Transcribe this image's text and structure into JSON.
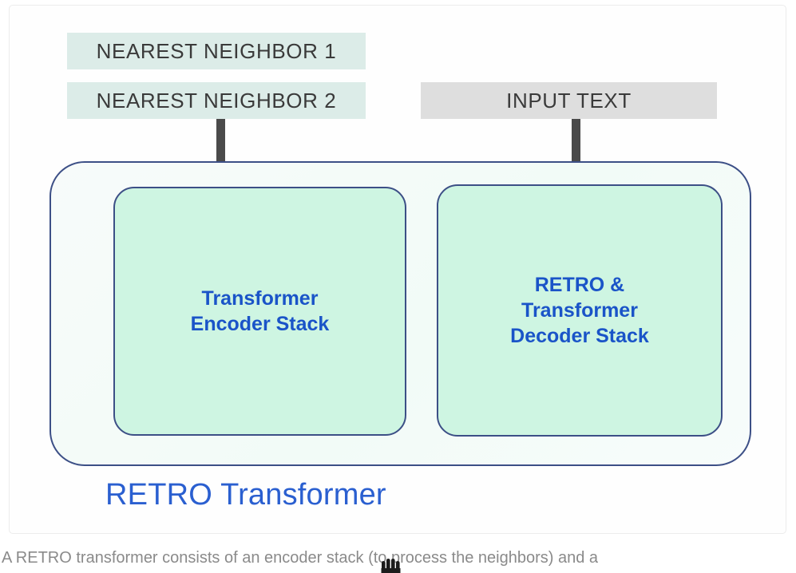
{
  "figure": {
    "inputs": {
      "neighbor_1": "NEAREST NEIGHBOR 1",
      "neighbor_2": "NEAREST NEIGHBOR 2",
      "input_text": "INPUT TEXT"
    },
    "container_label": "RETRO Transformer",
    "blocks": [
      {
        "name": "encoder",
        "lines": [
          "Transformer",
          "Encoder Stack"
        ]
      },
      {
        "name": "decoder",
        "lines": [
          "RETRO &",
          "Transformer",
          "Decoder Stack"
        ]
      }
    ],
    "arrows": [
      {
        "name": "neighbors-to-encoder",
        "direction": "down"
      },
      {
        "name": "input-to-decoder",
        "direction": "down"
      }
    ]
  },
  "caption": "A RETRO transformer consists of an encoder stack (to process the neighbors) and a",
  "cursor": {
    "type": "grab-hand-cursor"
  },
  "colors": {
    "chip_neighbor_bg": "#dcece8",
    "chip_input_bg": "#dedede",
    "chip_text": "#3a3a3a",
    "outline_navy": "#3c4f86",
    "stack_fill": "#cef5e2",
    "stack_text": "#1a54c8",
    "container_label_text": "#2a5fd0",
    "arrow_gray": "#4a4a4a",
    "caption_text": "#8a8a8a",
    "card_bg": "#fefefe"
  }
}
